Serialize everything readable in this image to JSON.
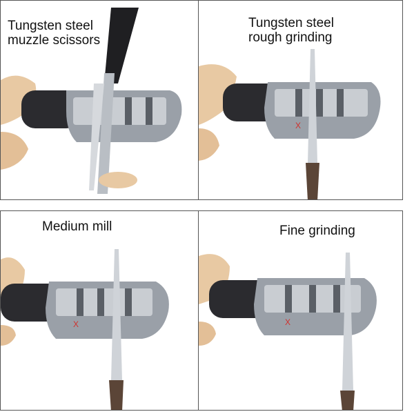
{
  "panels": [
    {
      "caption_line1": "Tungsten steel",
      "caption_line2": "muzzle scissors",
      "tool": "scissors",
      "slot": "1"
    },
    {
      "caption_line1": "Tungsten steel",
      "caption_line2": "rough grinding",
      "tool": "knife",
      "slot": "2",
      "mark": "X"
    },
    {
      "caption_line1": "Medium mill",
      "caption_line2": "",
      "tool": "knife",
      "slot": "3",
      "mark": "X"
    },
    {
      "caption_line1": "Fine grinding",
      "caption_line2": "",
      "tool": "knife",
      "slot": "4",
      "mark": "X"
    }
  ],
  "colors": {
    "border": "#555555",
    "handle_dark": "#2b2b2f",
    "body_gray": "#9aa0a8",
    "steel": "#c9cdd2",
    "skin": "#e8c9a3",
    "marker_red": "#d0312d"
  }
}
